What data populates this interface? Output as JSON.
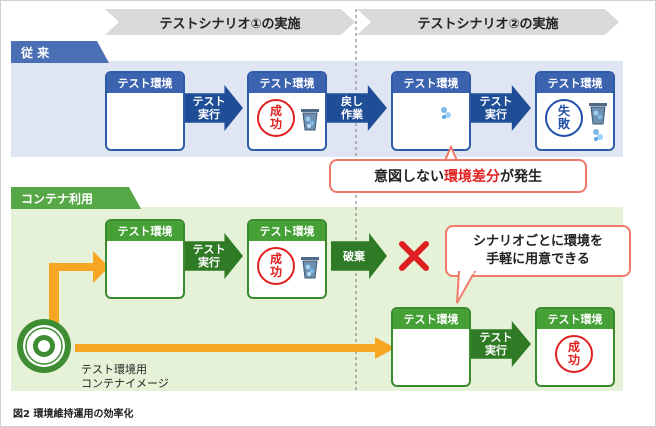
{
  "phases": {
    "scenario1": "テストシナリオ①の実施",
    "scenario2": "テストシナリオ②の実施"
  },
  "sections": {
    "conventional": "従 来",
    "container": "コンテナ利用"
  },
  "env_label": "テスト環境",
  "actions": {
    "test_run": [
      "テスト",
      "実行"
    ],
    "revert": [
      "戻し",
      "作業"
    ],
    "discard": "破棄"
  },
  "seals": {
    "success": [
      "成",
      "功"
    ],
    "failure": [
      "失",
      "敗"
    ]
  },
  "callouts": {
    "diff_prefix": "意図しない",
    "diff_highlight": "環境差分",
    "diff_suffix": "が発生",
    "per_scenario_line1": "シナリオごとに環境を",
    "per_scenario_line2": "手軽に用意できる"
  },
  "container_image_label": [
    "テスト環境用",
    "コンテナイメージ"
  ],
  "caption": "図2 環境維持運用の効率化",
  "colors": {
    "blue_band": "#dfe5f3",
    "green_band": "#e6f2d8",
    "blue_accent": "#2f5aa6",
    "green_accent": "#3a8a2e",
    "orange_arrow": "#f6a623",
    "red": "#e02020"
  }
}
